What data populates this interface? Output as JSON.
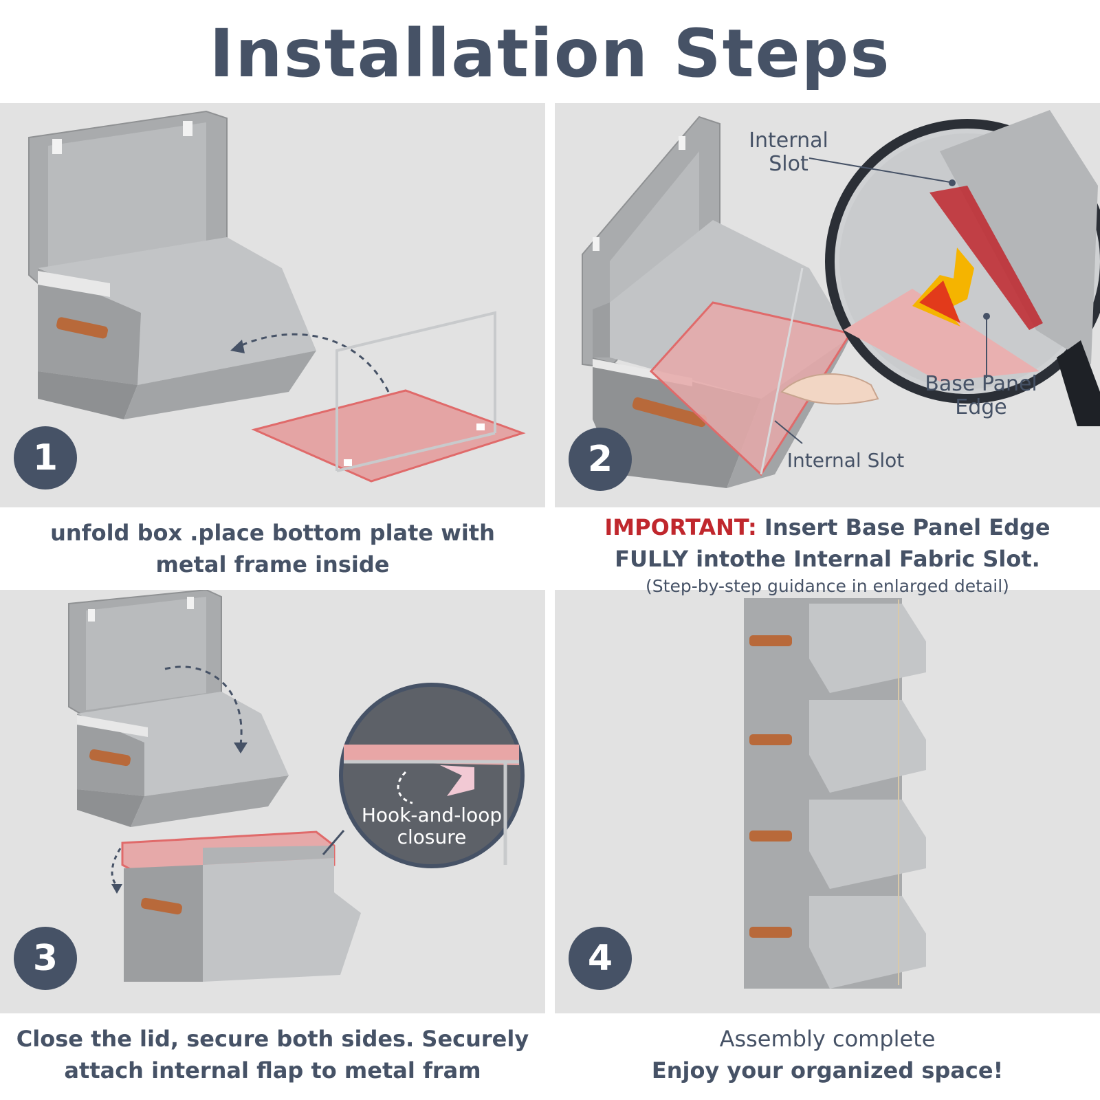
{
  "title": "Installation Steps",
  "steps": [
    {
      "number": "1",
      "caption_line1": "unfold box .place bottom plate with",
      "caption_line2": "metal frame inside"
    },
    {
      "number": "2",
      "important_label": "IMPORTANT:",
      "caption_line1": " Insert Base Panel Edge",
      "caption_line2": "FULLY intothe Internal Fabric Slot.",
      "note": "(Step-by-step guidance in enlarged detail)"
    },
    {
      "number": "3",
      "caption_line1": "Close the lid, secure both sides. Securely",
      "caption_line2": "attach internal flap to metal fram"
    },
    {
      "number": "4",
      "caption_line1": "Assembly complete",
      "caption_line2": "Enjoy your organized space!"
    }
  ],
  "callouts": {
    "internal_slot_top_line1": "Internal",
    "internal_slot_top_line2": "Slot",
    "base_panel_edge_line1": "Base Panel",
    "base_panel_edge_line2": "Edge",
    "internal_slot_bottom": "Internal Slot",
    "hook_loop_line1": "Hook-and-loop",
    "hook_loop_line2": "closure"
  },
  "colors": {
    "navy": "#465266",
    "important_red": "#c0272d",
    "panel_bg": "#e2e2e2",
    "box_gray": "#a4a6a8",
    "highlight_pink": "#e8a6a6",
    "handle_brown": "#b8693a"
  }
}
